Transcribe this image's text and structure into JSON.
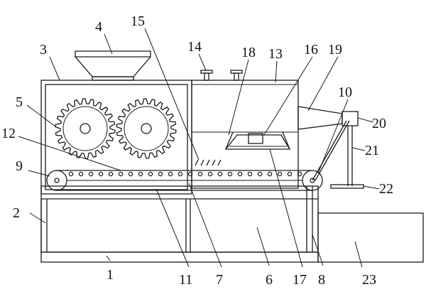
{
  "diagram": {
    "labels": [
      {
        "id": "1",
        "text": "1"
      },
      {
        "id": "2",
        "text": "2"
      },
      {
        "id": "3",
        "text": "3"
      },
      {
        "id": "4",
        "text": "4"
      },
      {
        "id": "5",
        "text": "5"
      },
      {
        "id": "6",
        "text": "6"
      },
      {
        "id": "7",
        "text": "7"
      },
      {
        "id": "8",
        "text": "8"
      },
      {
        "id": "9",
        "text": "9"
      },
      {
        "id": "10",
        "text": "10"
      },
      {
        "id": "11",
        "text": "11"
      },
      {
        "id": "12",
        "text": "12"
      },
      {
        "id": "13",
        "text": "13"
      },
      {
        "id": "14",
        "text": "14"
      },
      {
        "id": "15",
        "text": "15"
      },
      {
        "id": "16",
        "text": "16"
      },
      {
        "id": "17",
        "text": "17"
      },
      {
        "id": "18",
        "text": "18"
      },
      {
        "id": "19",
        "text": "19"
      },
      {
        "id": "20",
        "text": "20"
      },
      {
        "id": "21",
        "text": "21"
      },
      {
        "id": "22",
        "text": "22"
      },
      {
        "id": "23",
        "text": "23"
      }
    ],
    "gear_teeth": 22,
    "roller_count": 24,
    "colors": {
      "line": "#1a1a1a",
      "background": "#ffffff"
    }
  }
}
